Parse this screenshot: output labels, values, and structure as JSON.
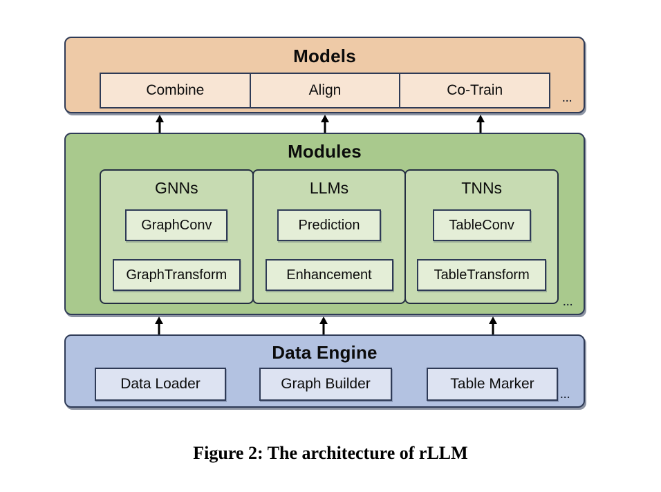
{
  "figure": {
    "caption": "Figure 2: The architecture of rLLM"
  },
  "layers": {
    "models": {
      "title": "Models",
      "items": [
        "Combine",
        "Align",
        "Co-Train"
      ],
      "ellipsis": "..."
    },
    "modules": {
      "title": "Modules",
      "columns": [
        {
          "title": "GNNs",
          "boxes": [
            "GraphConv",
            "GraphTransform"
          ]
        },
        {
          "title": "LLMs",
          "boxes": [
            "Prediction",
            "Enhancement"
          ]
        },
        {
          "title": "TNNs",
          "boxes": [
            "TableConv",
            "TableTransform"
          ]
        }
      ],
      "ellipsis": "..."
    },
    "data_engine": {
      "title": "Data Engine",
      "items": [
        "Data Loader",
        "Graph Builder",
        "Table Marker"
      ],
      "ellipsis": "..."
    }
  },
  "arrows": {
    "modules_to_models_count": 3,
    "data_engine_to_modules_count": 3
  },
  "colors": {
    "models_bg": "#eecaa7",
    "models_item_bg": "#f8e5d4",
    "modules_bg": "#a9c98d",
    "modules_column_bg": "#c7dbb2",
    "modules_box_bg": "#e4eed7",
    "data_engine_bg": "#b3c2e1",
    "data_engine_item_bg": "#dde3f2",
    "border": "#2e3a56",
    "arrow": "#000000",
    "text": "#0b0b0b"
  }
}
